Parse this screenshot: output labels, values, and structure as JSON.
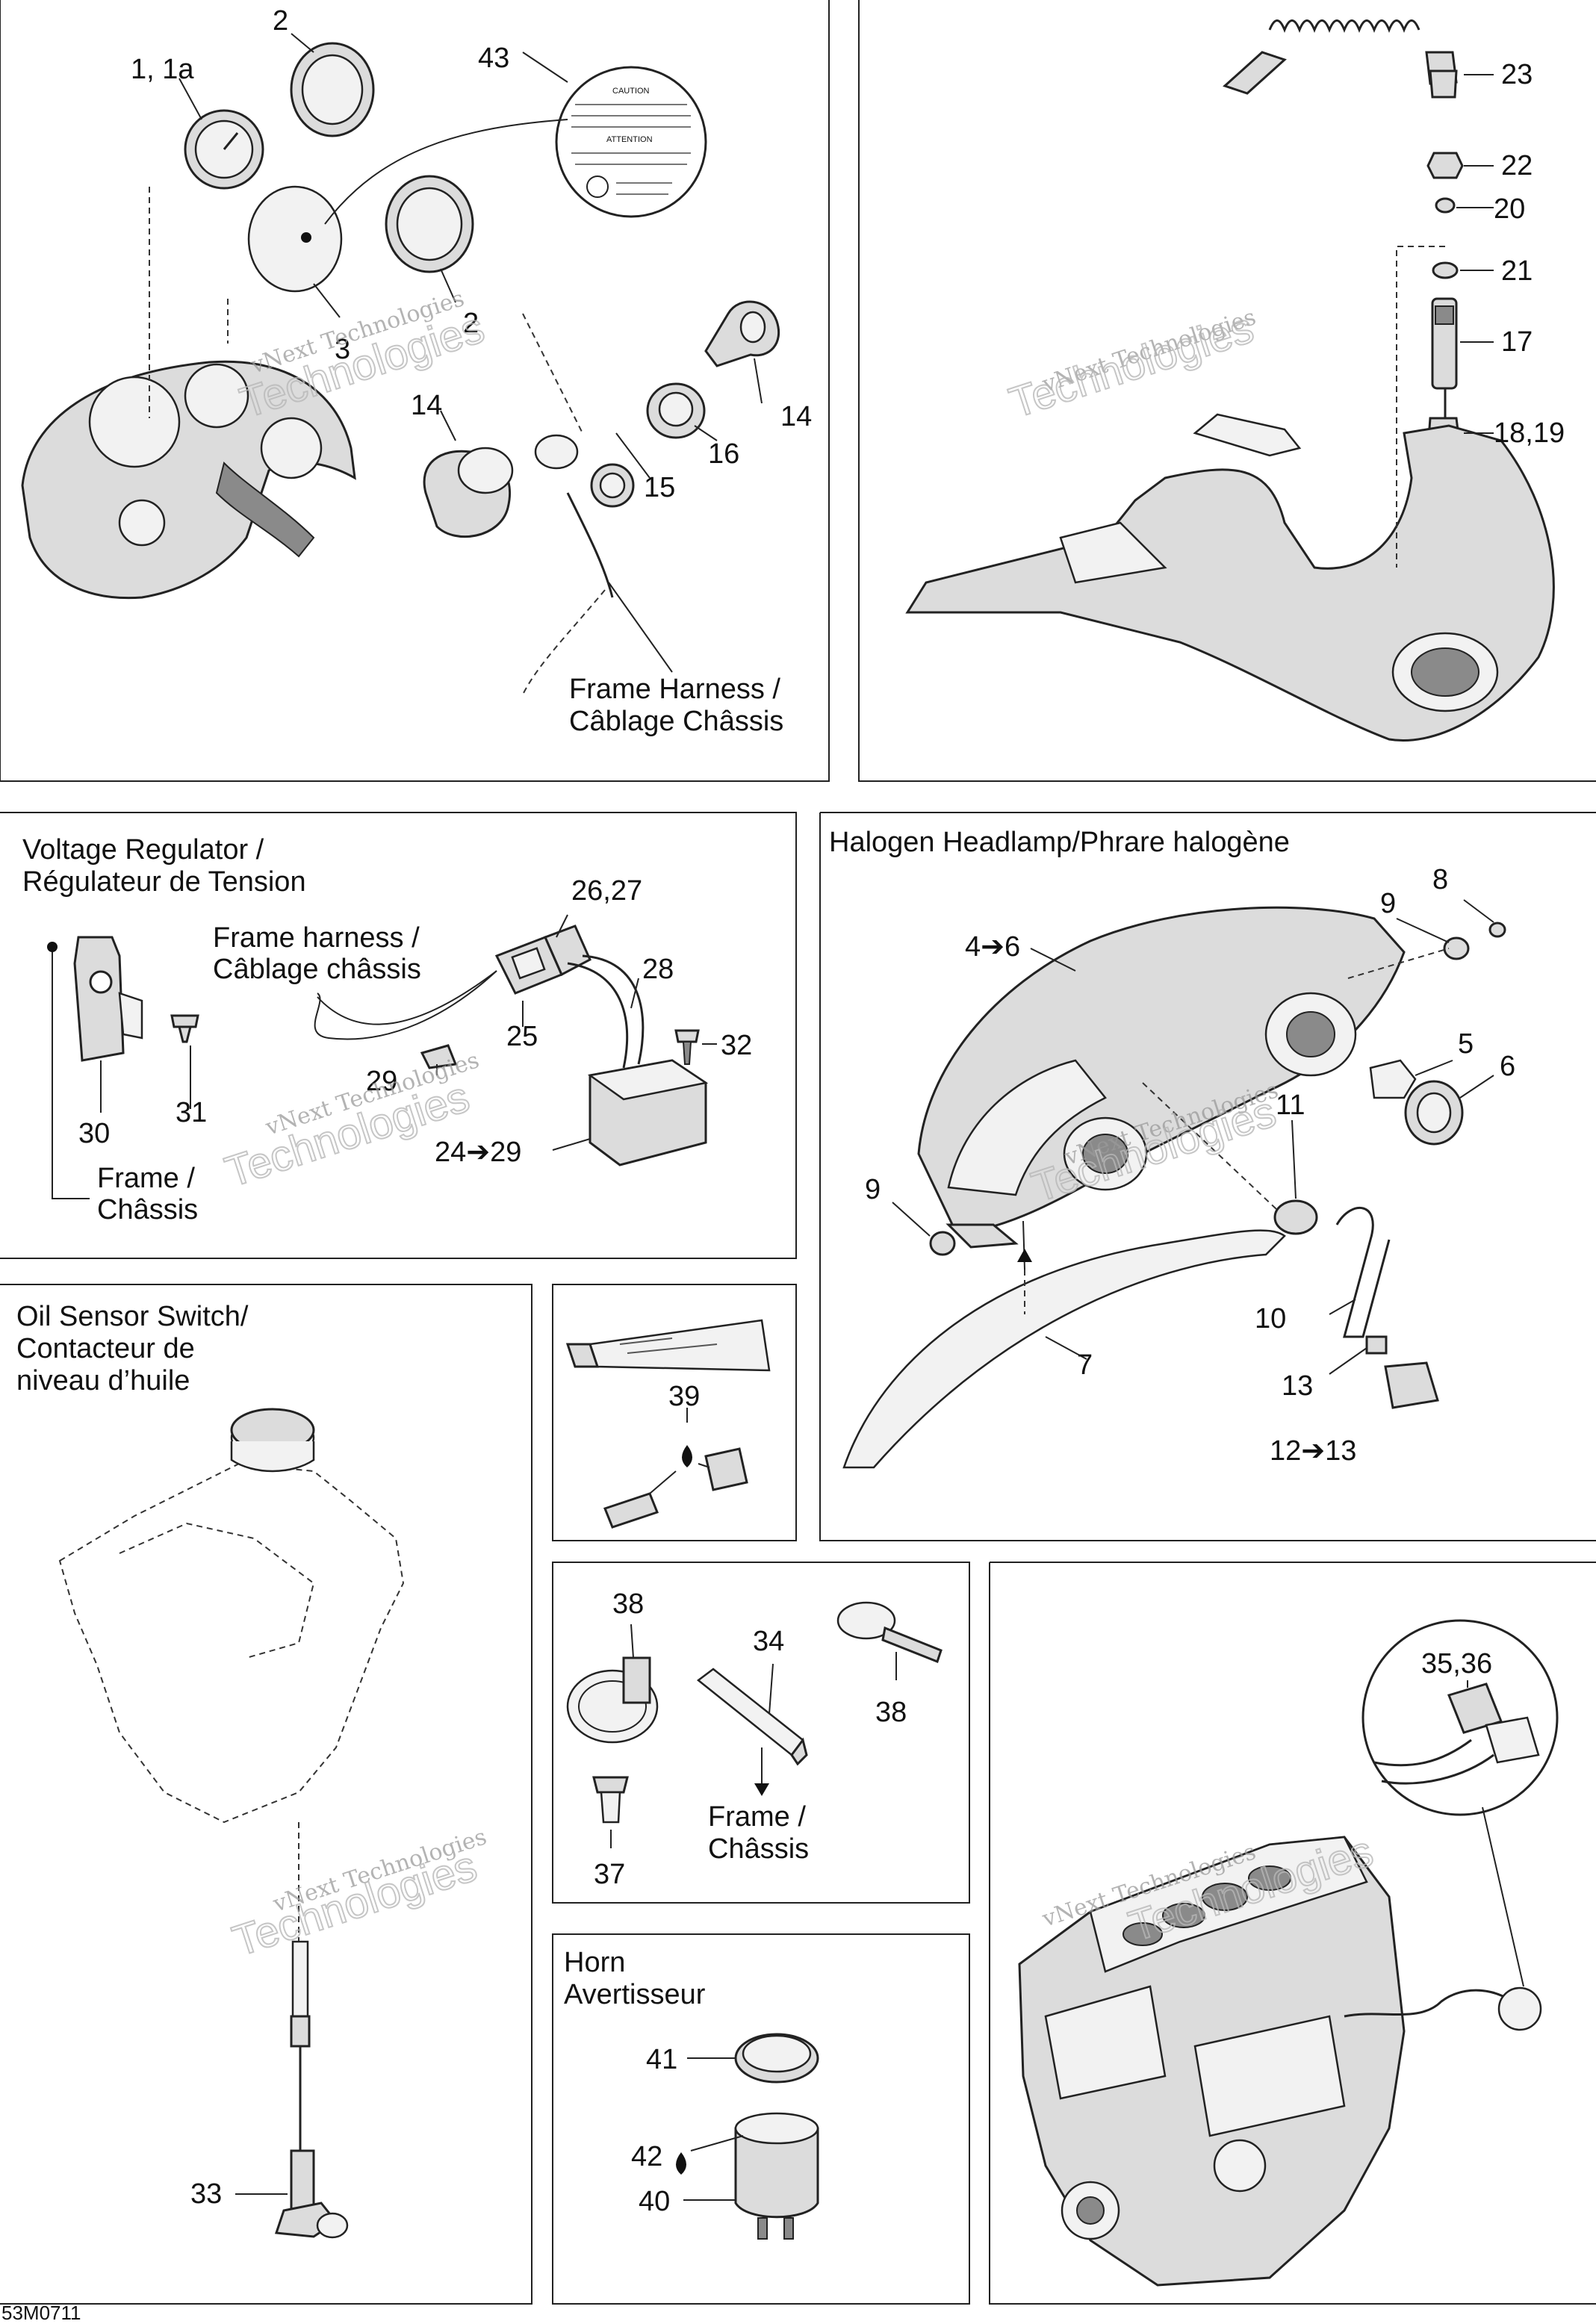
{
  "panels": {
    "gauges": {
      "labels": [
        "1, 1a",
        "2",
        "43",
        "3",
        "2",
        "14",
        "14",
        "15",
        "16"
      ],
      "harness": [
        "Frame Harness /",
        "Câblage Châssis"
      ]
    },
    "tether": {
      "labels": [
        "23",
        "22",
        "20",
        "21",
        "17",
        "18,19"
      ]
    },
    "voltage_regulator": {
      "title": [
        "Voltage Regulator /",
        "Régulateur de Tension"
      ],
      "harness": [
        "Frame harness /",
        "Câblage châssis"
      ],
      "frame": [
        "Frame /",
        "Châssis"
      ],
      "labels": [
        "26,27",
        "28",
        "25",
        "29",
        "32",
        "24➔29",
        "30",
        "31"
      ]
    },
    "headlamp": {
      "title": "Halogen Headlamp/Phrare halogène",
      "labels": [
        "8",
        "9",
        "4➔6",
        "5",
        "6",
        "11",
        "9",
        "10",
        "7",
        "13",
        "12➔13"
      ]
    },
    "oil_sensor": {
      "title": [
        "Oil Sensor Switch/",
        "Contacteur de",
        "niveau d’huile"
      ],
      "labels": [
        "33"
      ]
    },
    "grease": {
      "labels": [
        "39"
      ]
    },
    "fasteners": {
      "labels": [
        "38",
        "34",
        "38",
        "37"
      ],
      "frame": [
        "Frame /",
        "Châssis"
      ]
    },
    "horn": {
      "title": [
        "Horn",
        "Avertisseur"
      ],
      "labels": [
        "41",
        "42",
        "40"
      ]
    },
    "engine": {
      "labels": [
        "35,36"
      ]
    }
  },
  "decal": {
    "caution": "CAUTION",
    "attention": "ATTENTION"
  },
  "watermark": {
    "line1": "vNext Technologies",
    "line2": "Technologies",
    "brand": "vNext"
  },
  "footer": {
    "code": "53M0711"
  },
  "colors": {
    "ink": "#111111",
    "part_fill": "#dcdcdc",
    "watermark": "#9a9a9a"
  }
}
